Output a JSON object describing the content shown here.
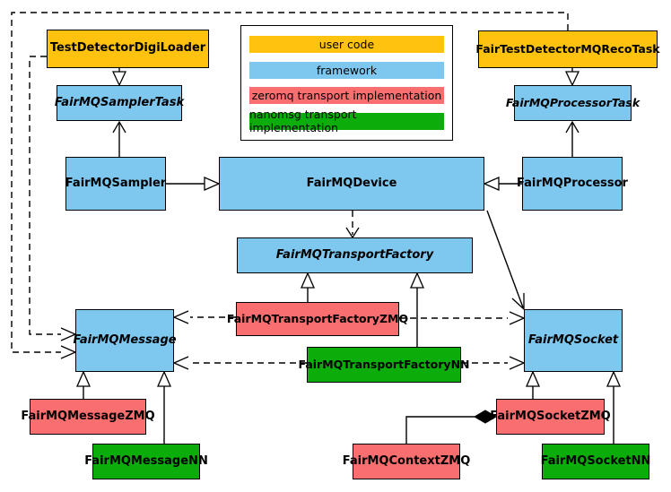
{
  "diagram": {
    "colors": {
      "user_code": "#FFC20E",
      "framework": "#7EC8F0",
      "zeromq": "#F96E6E",
      "nanomsg": "#0BAD0B"
    },
    "legend": {
      "items": [
        {
          "label": "user code",
          "category": "user_code"
        },
        {
          "label": "framework",
          "category": "framework"
        },
        {
          "label": "zeromq transport implementation",
          "category": "zeromq"
        },
        {
          "label": "nanomsg transport implementation",
          "category": "nanomsg"
        }
      ]
    },
    "nodes": {
      "test_detector_digi_loader": {
        "label": "TestDetectorDigiLoader",
        "category": "user_code"
      },
      "fair_test_detector_mq_reco_task": {
        "label": "FairTestDetectorMQRecoTask",
        "category": "user_code"
      },
      "fair_mq_sampler_task": {
        "label": "FairMQSamplerTask",
        "category": "framework",
        "abstract": true
      },
      "fair_mq_processor_task": {
        "label": "FairMQProcessorTask",
        "category": "framework",
        "abstract": true
      },
      "fair_mq_sampler": {
        "label": "FairMQSampler",
        "category": "framework"
      },
      "fair_mq_device": {
        "label": "FairMQDevice",
        "category": "framework"
      },
      "fair_mq_processor": {
        "label": "FairMQProcessor",
        "category": "framework"
      },
      "fair_mq_transport_factory": {
        "label": "FairMQTransportFactory",
        "category": "framework",
        "abstract": true
      },
      "fair_mq_transport_factory_zmq": {
        "label": "FairMQTransportFactoryZMQ",
        "category": "zeromq"
      },
      "fair_mq_transport_factory_nn": {
        "label": "FairMQTransportFactoryNN",
        "category": "nanomsg"
      },
      "fair_mq_message": {
        "label": "FairMQMessage",
        "category": "framework",
        "abstract": true
      },
      "fair_mq_socket": {
        "label": "FairMQSocket",
        "category": "framework",
        "abstract": true
      },
      "fair_mq_message_zmq": {
        "label": "FairMQMessageZMQ",
        "category": "zeromq"
      },
      "fair_mq_message_nn": {
        "label": "FairMQMessageNN",
        "category": "nanomsg"
      },
      "fair_mq_context_zmq": {
        "label": "FairMQContextZMQ",
        "category": "zeromq"
      },
      "fair_mq_socket_zmq": {
        "label": "FairMQSocketZMQ",
        "category": "zeromq"
      },
      "fair_mq_socket_nn": {
        "label": "FairMQSocketNN",
        "category": "nanomsg"
      }
    },
    "edges": [
      {
        "from": "TestDetectorDigiLoader",
        "to": "FairMQSamplerTask",
        "type": "inheritance"
      },
      {
        "from": "FairTestDetectorMQRecoTask",
        "to": "FairMQProcessorTask",
        "type": "inheritance"
      },
      {
        "from": "FairMQSampler",
        "to": "FairMQSamplerTask",
        "type": "uses"
      },
      {
        "from": "FairMQProcessor",
        "to": "FairMQProcessorTask",
        "type": "uses"
      },
      {
        "from": "FairMQSampler",
        "to": "FairMQDevice",
        "type": "inheritance"
      },
      {
        "from": "FairMQProcessor",
        "to": "FairMQDevice",
        "type": "inheritance"
      },
      {
        "from": "FairMQDevice",
        "to": "FairMQTransportFactory",
        "type": "dependency"
      },
      {
        "from": "FairMQDevice",
        "to": "FairMQSocket",
        "type": "uses"
      },
      {
        "from": "FairMQTransportFactoryZMQ",
        "to": "FairMQTransportFactory",
        "type": "inheritance"
      },
      {
        "from": "FairMQTransportFactoryNN",
        "to": "FairMQTransportFactory",
        "type": "inheritance"
      },
      {
        "from": "FairMQTransportFactoryZMQ",
        "to": "FairMQMessage",
        "type": "dependency"
      },
      {
        "from": "FairMQTransportFactoryZMQ",
        "to": "FairMQSocket",
        "type": "dependency"
      },
      {
        "from": "FairMQTransportFactoryNN",
        "to": "FairMQMessage",
        "type": "dependency"
      },
      {
        "from": "FairMQTransportFactoryNN",
        "to": "FairMQSocket",
        "type": "dependency"
      },
      {
        "from": "TestDetectorDigiLoader",
        "to": "FairMQMessage",
        "type": "dependency"
      },
      {
        "from": "FairTestDetectorMQRecoTask",
        "to": "FairMQMessage",
        "type": "dependency"
      },
      {
        "from": "FairMQMessageZMQ",
        "to": "FairMQMessage",
        "type": "inheritance"
      },
      {
        "from": "FairMQMessageNN",
        "to": "FairMQMessage",
        "type": "inheritance"
      },
      {
        "from": "FairMQSocketZMQ",
        "to": "FairMQSocket",
        "type": "inheritance"
      },
      {
        "from": "FairMQSocketNN",
        "to": "FairMQSocket",
        "type": "inheritance"
      },
      {
        "from": "FairMQContextZMQ",
        "to": "FairMQSocketZMQ",
        "type": "composition"
      }
    ]
  }
}
